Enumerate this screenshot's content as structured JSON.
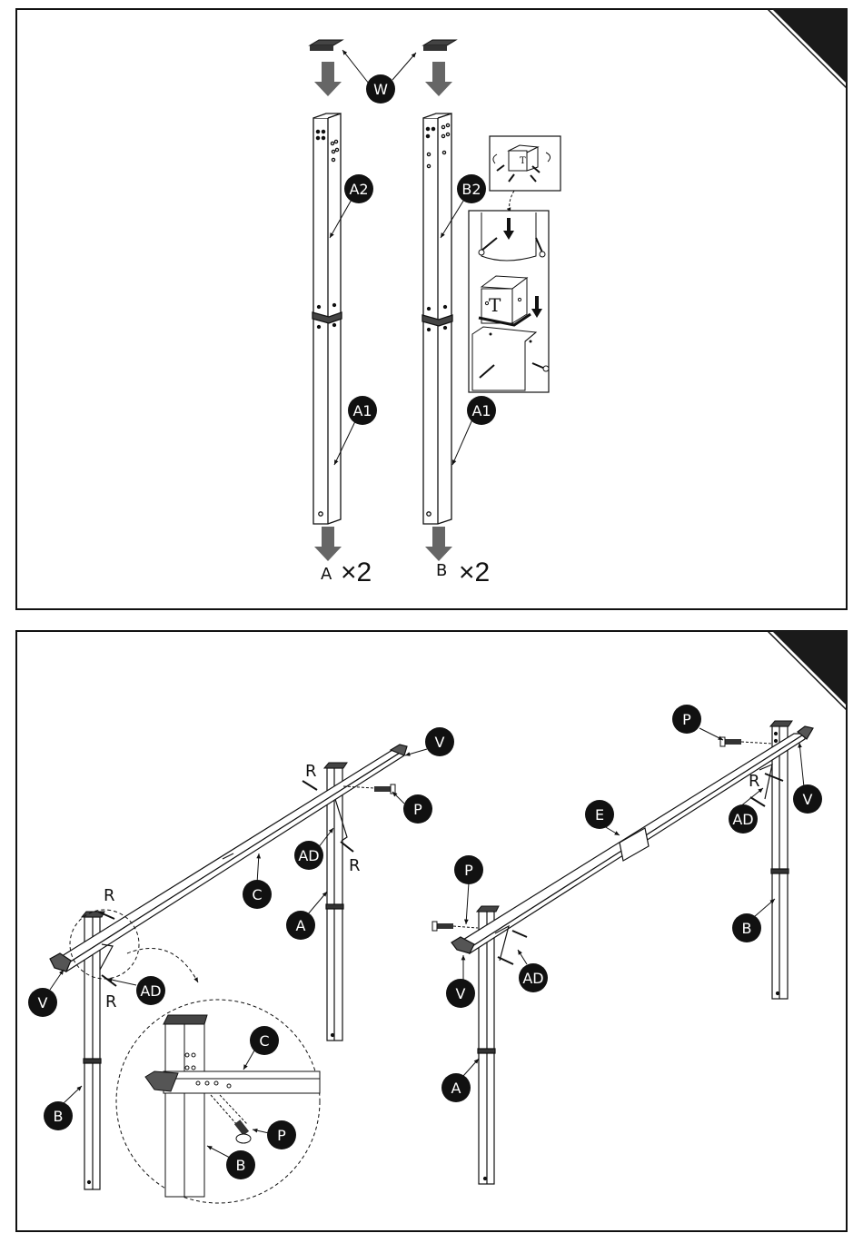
{
  "panel1": {
    "callouts": {
      "w": "W",
      "a2": "A2",
      "b2": "B2",
      "a1_left": "A1",
      "a1_right": "A1"
    },
    "quantities": {
      "a_letter": "A",
      "a_count": "×2",
      "b_letter": "B",
      "b_count": "×2"
    },
    "detail_letter": "T"
  },
  "panel2": {
    "callouts": {
      "v1": "V",
      "r1": "R",
      "p1": "P",
      "ad1": "AD",
      "r2": "R",
      "c1": "C",
      "a1": "A",
      "r3": "R",
      "v2": "V",
      "ad2": "AD",
      "r4": "R",
      "b1": "B",
      "c2": "C",
      "p2": "P",
      "b2": "B",
      "p3": "P",
      "r5": "R",
      "v3": "V",
      "ad3": "AD",
      "e1": "E",
      "b3": "B",
      "p4": "P",
      "ad4": "AD",
      "v4": "V",
      "a2": "A"
    }
  }
}
